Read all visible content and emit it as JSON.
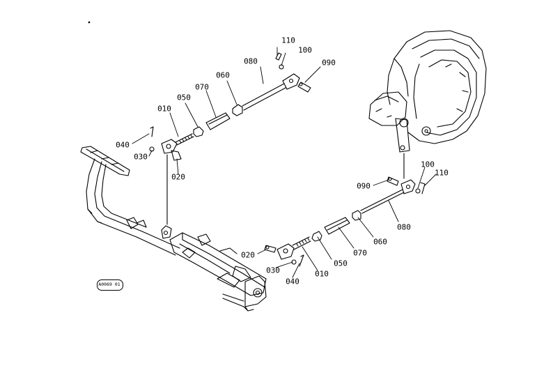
{
  "diagram": {
    "figure_code": "A0069 01",
    "labels": {
      "top_110": "110",
      "top_100": "100",
      "top_080": "080",
      "top_090": "090",
      "top_060": "060",
      "top_070": "070",
      "top_050": "050",
      "top_010": "010",
      "top_040": "040",
      "top_030": "030",
      "top_020": "020",
      "bot_100": "100",
      "bot_110": "110",
      "bot_090": "090",
      "bot_080": "080",
      "bot_060": "060",
      "bot_070": "070",
      "bot_050": "050",
      "bot_010": "010",
      "bot_020": "020",
      "bot_030": "030",
      "bot_040": "040"
    }
  }
}
